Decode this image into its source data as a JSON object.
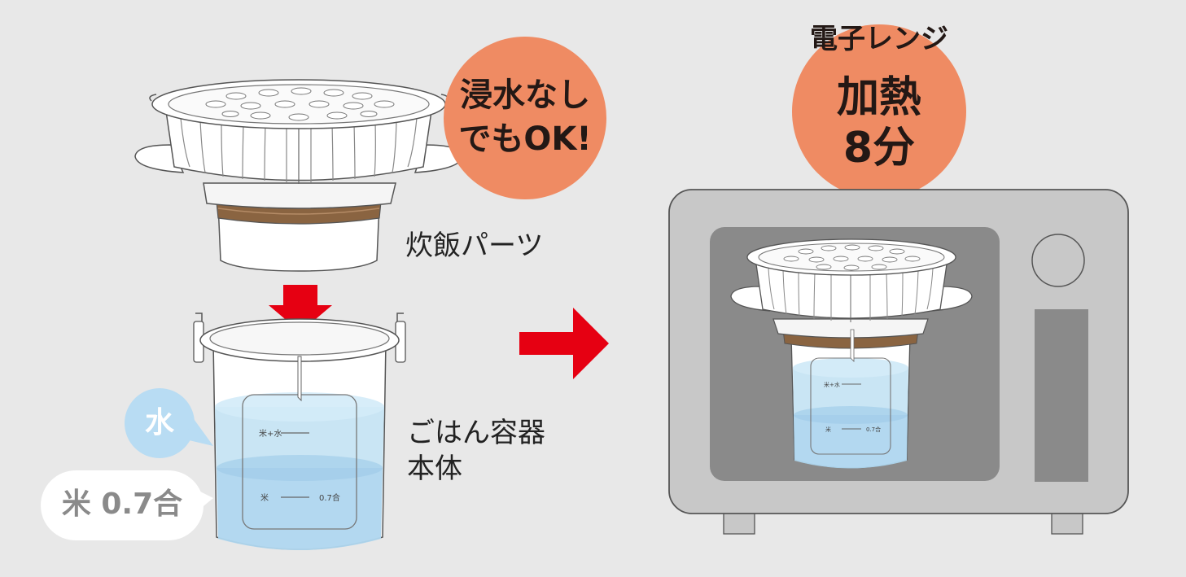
{
  "callouts": {
    "no_soak": [
      "浸水なし",
      "でもOK!"
    ],
    "microwave": {
      "top": "電子レンジ",
      "line1": "加熱",
      "line2": "8分"
    }
  },
  "labels": {
    "cooking_part": "炊飯パーツ",
    "rice_container": [
      "ごはん容器",
      "本体"
    ]
  },
  "bubbles": {
    "water": "水",
    "rice": "米 0.7合"
  },
  "scale_marks": {
    "water_line": "米+水",
    "rice_line": "米",
    "rice_amount": "0.7合"
  },
  "colors": {
    "background": "#e8e8e8",
    "salmon_circle": "#ef8b63",
    "red_arrow": "#e60012",
    "water": "#bfe0f2",
    "microwave_body": "#c8c8c8",
    "microwave_window": "#8a8a8a",
    "water_bubble": "#b8dcf3",
    "rice_bubble": "#ffffff"
  }
}
